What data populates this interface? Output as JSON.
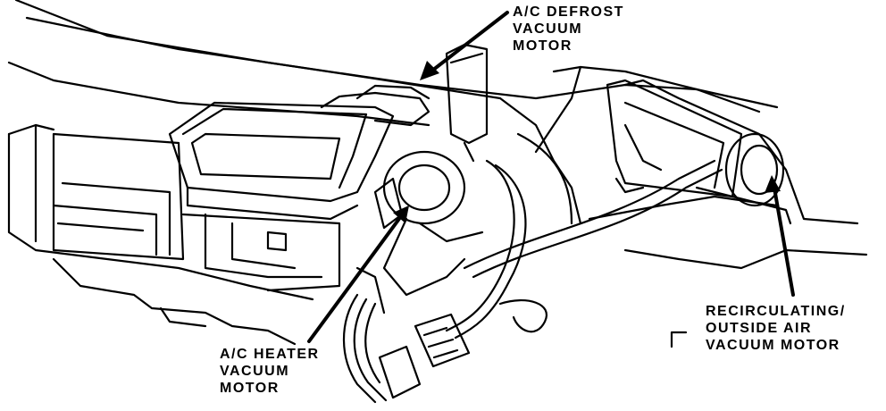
{
  "labels": {
    "defrost": {
      "lines": [
        "A/C DEFROST",
        "VACUUM",
        "MOTOR"
      ]
    },
    "heater": {
      "lines": [
        "A/C HEATER",
        "VACUUM",
        "MOTOR"
      ]
    },
    "recirc": {
      "lines": [
        "RECIRCULATING/",
        "OUTSIDE AIR",
        "VACUUM MOTOR"
      ]
    }
  },
  "colors": {
    "ink": "#000000",
    "paper": "#ffffff"
  }
}
